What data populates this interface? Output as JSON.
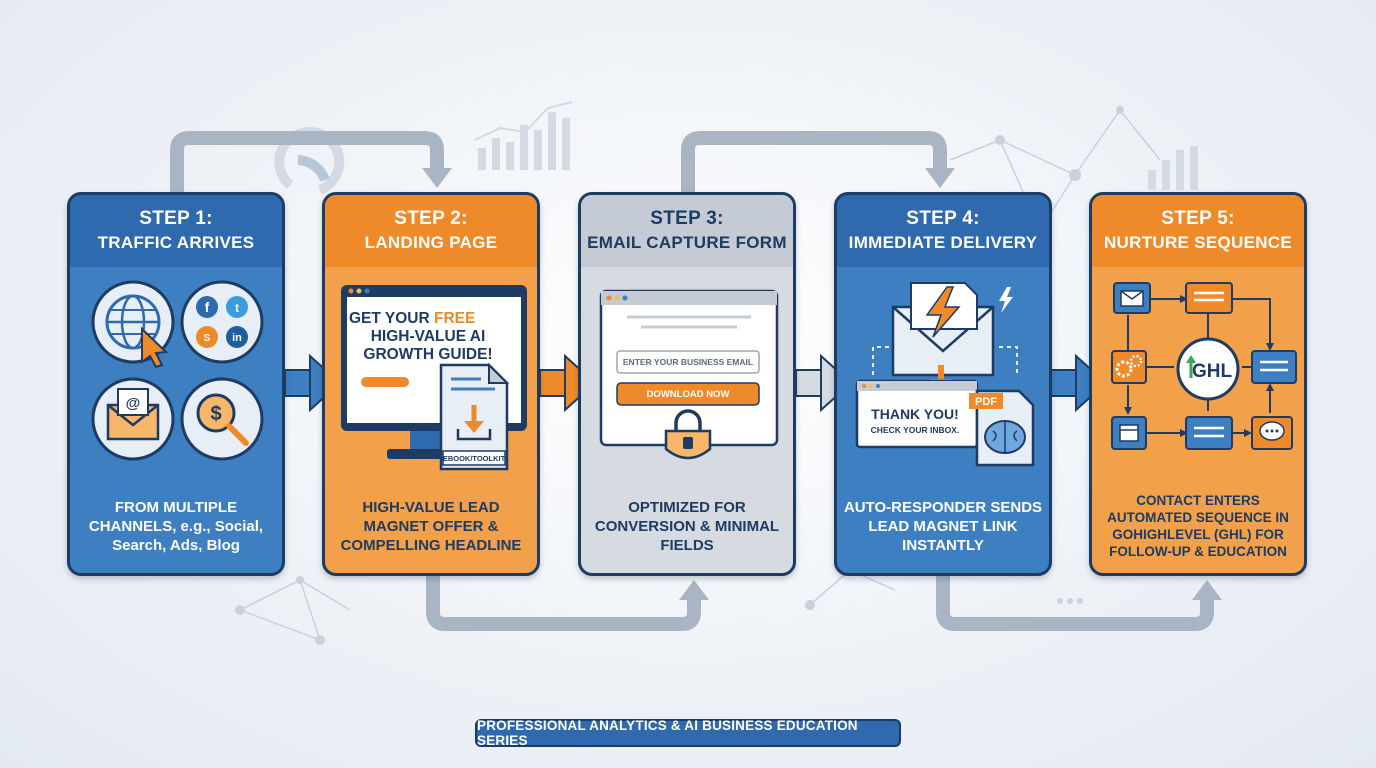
{
  "steps": [
    {
      "step": "STEP 1:",
      "title": "TRAFFIC ARRIVES",
      "desc": "FROM MULTIPLE CHANNELS, e.g., Social, Search, Ads, Blog"
    },
    {
      "step": "STEP 2:",
      "title": "LANDING PAGE",
      "desc": "HIGH-VALUE LEAD MAGNET OFFER & COMPELLING HEADLINE"
    },
    {
      "step": "STEP 3:",
      "title": "EMAIL CAPTURE FORM",
      "desc": "OPTIMIZED FOR CONVERSION & MINIMAL FIELDS"
    },
    {
      "step": "STEP 4:",
      "title": "IMMEDIATE DELIVERY",
      "desc": "AUTO-RESPONDER SENDS LEAD MAGNET LINK INSTANTLY"
    },
    {
      "step": "STEP 5:",
      "title": "NURTURE SEQUENCE",
      "desc": "CONTACT ENTERS AUTOMATED SEQUENCE IN GOHIGHLEVEL (GHL) FOR FOLLOW-UP & EDUCATION"
    }
  ],
  "landing": {
    "line1a": "GET YOUR ",
    "line1b": "FREE",
    "line2": "HIGH-VALUE AI",
    "line3": "GROWTH GUIDE!",
    "badge": "EBOOK/TOOLKIT"
  },
  "form": {
    "placeholder": "ENTER YOUR BUSINESS EMAIL",
    "button": "DOWNLOAD NOW"
  },
  "delivery": {
    "thanks": "THANK YOU!",
    "check": "CHECK YOUR INBOX.",
    "pdf": "PDF"
  },
  "nurture": {
    "hub": "GHL"
  },
  "footer": "PROFESSIONAL ANALYTICS & AI BUSINESS EDUCATION SERIES",
  "colors": {
    "navy": "#1d3b63",
    "blue": "#3d7fc1",
    "orange": "#ee8a2a",
    "gray": "#c4cbd4"
  },
  "icons": [
    "globe-icon",
    "cursor-icon",
    "facebook-icon",
    "twitter-icon",
    "linkedin-icon",
    "email-icon",
    "dollar-search-icon",
    "document-icon",
    "download-icon",
    "lock-icon",
    "envelope-icon",
    "lightning-icon",
    "pdf-icon",
    "brain-icon",
    "gears-icon",
    "calendar-icon",
    "chat-icon",
    "monitor-icon"
  ]
}
